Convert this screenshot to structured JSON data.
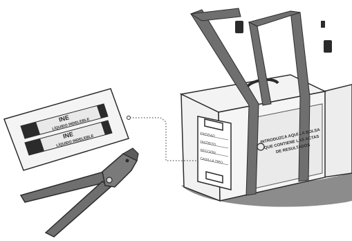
{
  "ink_label": {
    "brand": "INE",
    "product": "LÍQUIDO INDELEBLE"
  },
  "bag_panel": {
    "fields": [
      "ENTIDAD",
      "DISTRITO",
      "SECCIÓN",
      "CASILLA TIPO"
    ]
  },
  "bag_front": {
    "lines": [
      "INTRODUZCA AQUÍ LA BOLSA",
      "QUE CONTIENE LAS ACTAS",
      "DE RESULTADOS"
    ]
  },
  "colors": {
    "outline": "#2b2b2b",
    "shadow": "#8c8c8c",
    "strap": "#6f6f6f",
    "body": "#f2f2f2",
    "label": "#e9e9e9"
  }
}
